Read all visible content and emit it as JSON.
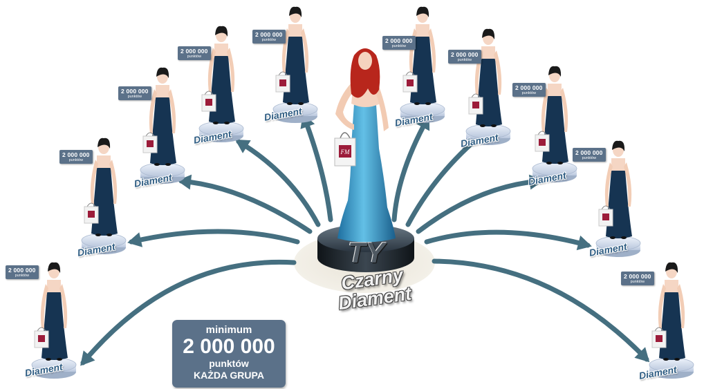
{
  "center": {
    "label": "TY",
    "rank_line1": "Czarny",
    "rank_line2": "Diament"
  },
  "groups": [
    {
      "rank": "Diament",
      "points": "2 000 000",
      "unit": "punktów"
    },
    {
      "rank": "Diament",
      "points": "2 000 000",
      "unit": "punktów"
    },
    {
      "rank": "Diament",
      "points": "2 000 000",
      "unit": "punktów"
    },
    {
      "rank": "Diament",
      "points": "2 000 000",
      "unit": "punktów"
    },
    {
      "rank": "Diament",
      "points": "2 000 000",
      "unit": "punktów"
    },
    {
      "rank": "Diament",
      "points": "2 000 000",
      "unit": "punktów"
    },
    {
      "rank": "Diament",
      "points": "2 000 000",
      "unit": "punktów"
    },
    {
      "rank": "Diament",
      "points": "2 000 000",
      "unit": "punktów"
    },
    {
      "rank": "Diament",
      "points": "2 000 000",
      "unit": "punktów"
    },
    {
      "rank": "Diament",
      "points": "2 000 000",
      "unit": "punktów"
    }
  ],
  "summary": {
    "line1": "minimum",
    "line2": "2 000 000",
    "line3": "punktów",
    "line4": "KAŻDA GRUPA"
  },
  "bag_logo": "FM",
  "colors": {
    "badge": "#5b7189",
    "arrow": "#456f80",
    "dress_dark": "#163452",
    "dress_center": "#3aa0c8",
    "rank_text": "#2f5d83"
  }
}
